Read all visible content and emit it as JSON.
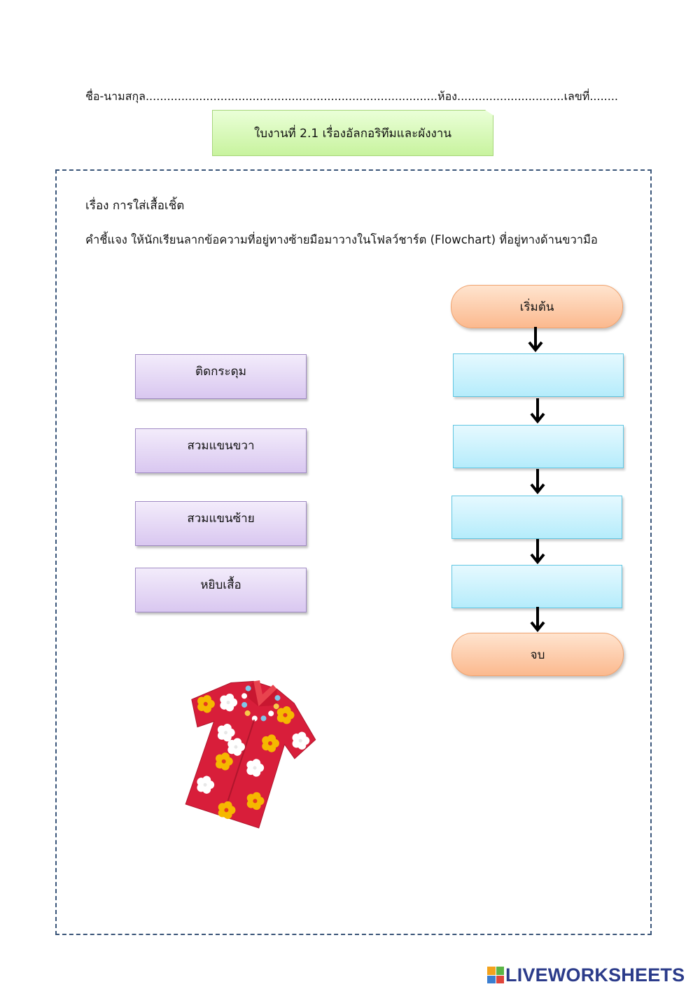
{
  "header": {
    "line": "ชื่อ-นามสกุล..................................................................................ห้อง..............................เลขที่...................."
  },
  "title": "ใบงานที่ 2.1 เรื่องอัลกอริทึมและผังงาน",
  "subject": "เรื่อง การใส่เสื้อเชิ้ต",
  "instructions": "คำชี้แจง ให้นักเรียนลากข้อความที่อยู่ทางซ้ายมือมาวางในโฟลว์ชาร์ต (Flowchart) ที่อยู่ทางด้านขวามือ",
  "drag_items": [
    "ติดกระดุม",
    "สวมแขนขวา",
    "สวมแขนซ้าย",
    "หยิบเสื้อ"
  ],
  "flowchart": {
    "start": "เริ่มต้น",
    "end": "จบ",
    "slots": [
      "",
      "",
      "",
      ""
    ]
  },
  "colors": {
    "title_fill": "#c8f39e",
    "drag_fill": "#d9c7f0",
    "terminal_fill": "#fbb98e",
    "slot_fill": "#b5ecfb",
    "frame_border": "#3a5579",
    "logo": "#2b3b8a"
  },
  "icons": {
    "shirt": "hawaiian-shirt-illustration",
    "arrow": "arrow-down-icon",
    "logo": "liveworksheets-logo-icon"
  },
  "footer": {
    "brand": "LIVEWORKSHEETS"
  }
}
